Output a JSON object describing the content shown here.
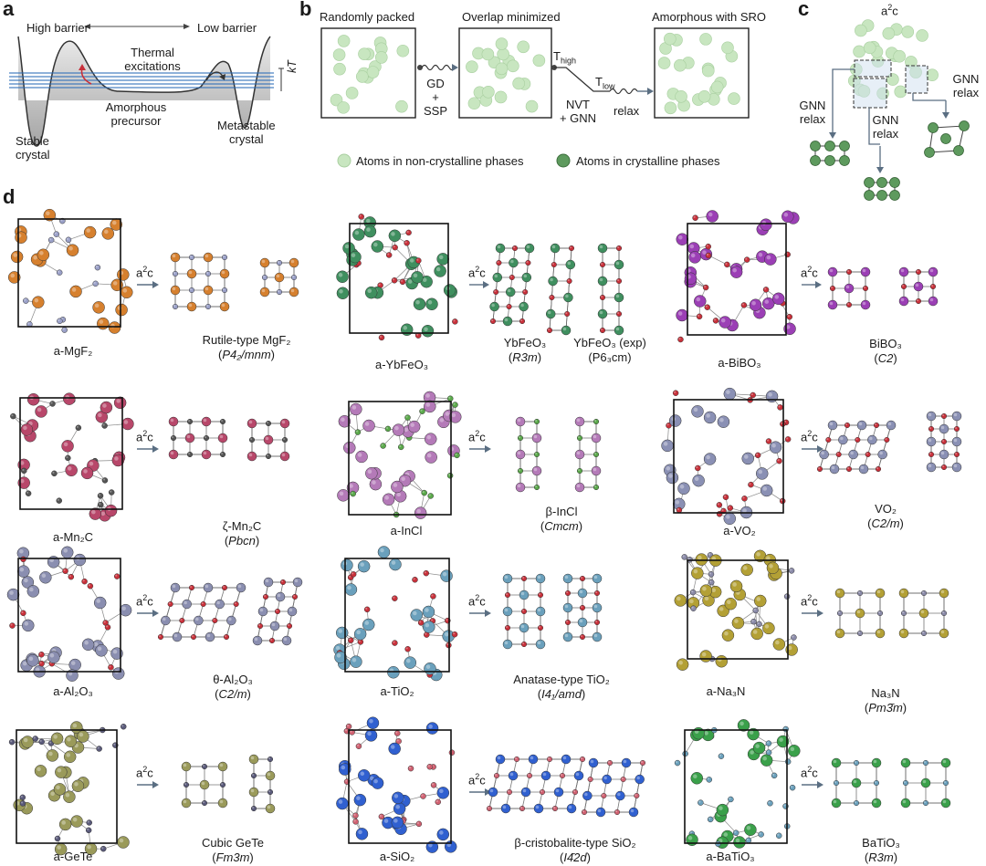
{
  "panels": {
    "a": {
      "label": "a",
      "high_barrier": "High barrier",
      "low_barrier": "Low barrier",
      "thermal": "Thermal",
      "excitations": "excitations",
      "kt": "kT",
      "amorphous": "Amorphous",
      "precursor": "precursor",
      "stable1": "Stable",
      "stable2": "crystal",
      "meta1": "Metastable",
      "meta2": "crystal"
    },
    "b": {
      "label": "b",
      "randomly_packed": "Randomly packed",
      "overlap_minimized": "Overlap minimized",
      "amorphous_sro": "Amorphous with SRO",
      "gd": "GD",
      "plus": "+",
      "ssp": "SSP",
      "t_high": "T",
      "t_high_sub": "high",
      "t_low": "T",
      "t_low_sub": "low",
      "nvt": "NVT",
      "plus_gnn": "+ GNN",
      "relax": "relax",
      "legend_noncrystal": "Atoms in non-crystalline phases",
      "legend_crystal": "Atoms in crystalline phases"
    },
    "c": {
      "label": "c",
      "a2c": "a",
      "a2c_sup": "2",
      "a2c_c": "c",
      "gnn_relax": [
        "GNN",
        "relax"
      ]
    },
    "d": {
      "label": "d",
      "arrow_label_a": "a",
      "arrow_label_sup": "2",
      "arrow_label_c": "c",
      "rows": [
        [
          {
            "amorph": "a-MgF₂",
            "crystal": "Rutile-type MgF₂",
            "group": "P4₂/mnm"
          },
          {
            "amorph": "a-YbFeO₃",
            "crystal": "YbFeO₃",
            "group": "R3m",
            "crystal2": "YbFeO₃ (exp)",
            "group2": "P6₃cm"
          },
          {
            "amorph": "a-BiBO₃",
            "crystal": "BiBO₃",
            "group": "C2"
          }
        ],
        [
          {
            "amorph": "a-Mn₂C",
            "crystal": "ζ-Mn₂C",
            "group": "Pbcn"
          },
          {
            "amorph": "a-InCl",
            "crystal": "β-InCl",
            "group": "Cmcm"
          },
          {
            "amorph": "a-VO₂",
            "crystal": "VO₂",
            "group": "C2/m"
          }
        ],
        [
          {
            "amorph": "a-Al₂O₃",
            "crystal": "θ-Al₂O₃",
            "group": "C2/m"
          },
          {
            "amorph": "a-TiO₂",
            "crystal": "Anatase-type TiO₂",
            "group": "I4₁/amd"
          },
          {
            "amorph": "a-Na₃N",
            "crystal": "Na₃N",
            "group": "Pm3̄m"
          }
        ],
        [
          {
            "amorph": "a-GeTe",
            "crystal": "Cubic GeTe",
            "group": "Fm3m"
          },
          {
            "amorph": "a-SiO₂",
            "crystal": "β-cristobalite-type SiO₂",
            "group": "I4̄2d"
          },
          {
            "amorph": "a-BaTiO₃",
            "crystal": "BaTiO₃",
            "group": "R3m"
          }
        ]
      ]
    }
  },
  "colors": {
    "light_green": "#c8e6c0",
    "dark_green": "#5e9a5e",
    "arrow": "#5a6e82",
    "mgf": "#d6802e",
    "oxygen": "#c8303a",
    "ybfe": "#3f8f5f",
    "bibo": "#9b3fb5",
    "mn2c": "#b8476a",
    "incl": "#5aa84a",
    "vo2": "#8a90b4",
    "al2o3": "#8a8eb0",
    "tio2": "#6aa0bc",
    "na3n": "#b3a035",
    "gete": "#9a9a5a",
    "sio2": "#3060d0",
    "batio3": "#3aa04a"
  }
}
